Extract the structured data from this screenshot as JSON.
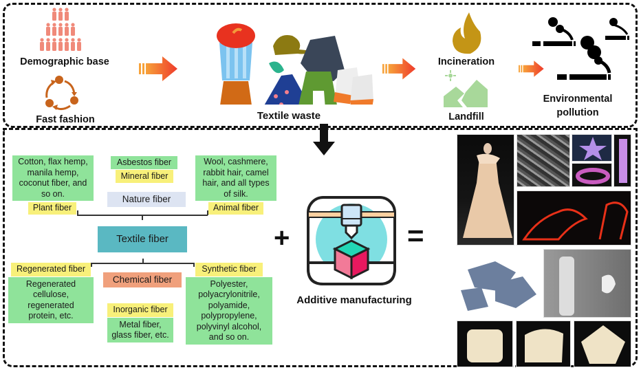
{
  "top_flow": {
    "demographic_label": "Demographic base",
    "fast_fashion_label": "Fast fashion",
    "textile_waste_label": "Textile waste",
    "incineration_label": "Incineration",
    "landfill_label": "Landfill",
    "pollution_label_line1": "Environmental",
    "pollution_label_line2": "pollution"
  },
  "fiber_tree": {
    "root": "Textile fiber",
    "nature": {
      "label": "Nature fiber",
      "plant": {
        "label": "Plant fiber",
        "examples": [
          "Cotton, flax hemp,",
          "manila hemp,",
          "coconut fiber, and",
          "so on."
        ]
      },
      "mineral": {
        "label": "Mineral fiber",
        "examples": [
          "Asbestos fiber"
        ]
      },
      "animal": {
        "label": "Animal fiber",
        "examples": [
          "Wool, cashmere,",
          "rabbit hair, camel",
          "hair, and all types",
          "of silk."
        ]
      }
    },
    "chemical": {
      "label": "Chemical fiber",
      "regenerated": {
        "label": "Regenerated fiber",
        "examples": [
          "Regenerated",
          "cellulose,",
          "regenerated",
          "protein, etc."
        ]
      },
      "inorganic": {
        "label": "Inorganic fiber",
        "examples": [
          "Metal fiber,",
          "glass fiber, etc."
        ]
      },
      "synthetic": {
        "label": "Synthetic fiber",
        "examples": [
          "Polyester,",
          "polyacrylonitrile,",
          "polyamide,",
          "polypropylene,",
          "polyvinyl alcohol,",
          "and so on."
        ]
      }
    }
  },
  "equation": {
    "plus": "+",
    "equals": "=",
    "am_label": "Additive manufacturing"
  },
  "colors": {
    "arrow_start": "#f7a23a",
    "arrow_end": "#ee3b2b",
    "people": "#f08a7a",
    "cycle": "#c8641c",
    "flame": "#c49516",
    "landfill": "#a8d89a",
    "green_box": "#8fe39a",
    "yellow_box": "#f8f07a",
    "teal_box": "#5ab8c2"
  }
}
